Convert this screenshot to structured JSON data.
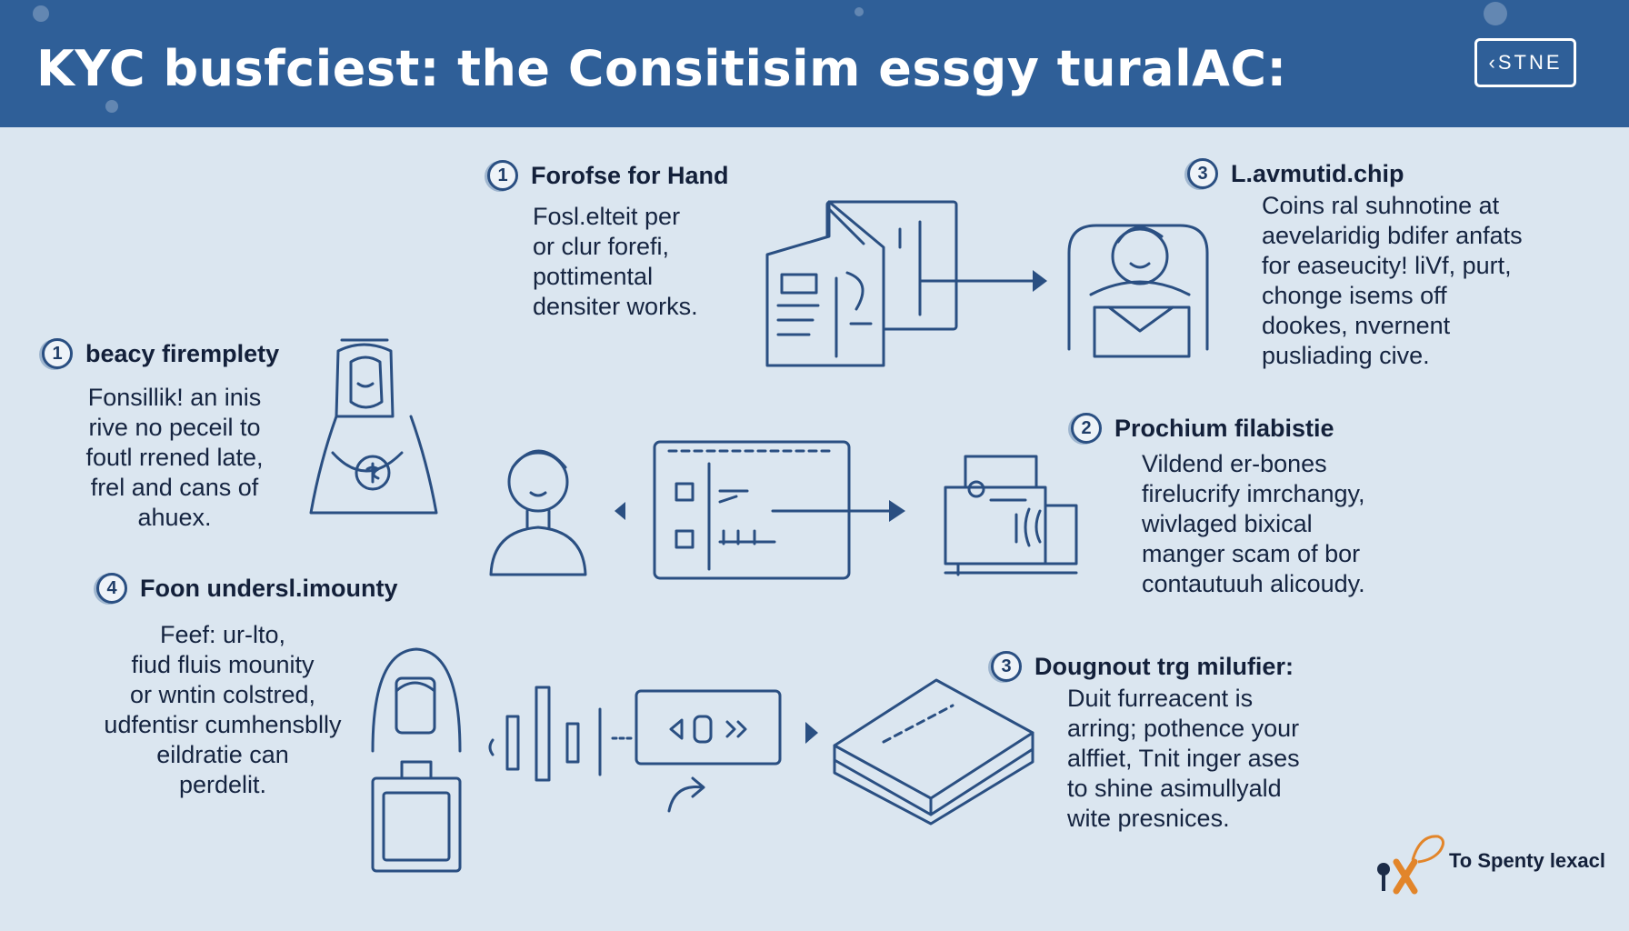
{
  "header": {
    "title": "KYC busfciest: the Consitisim essgy turalAC:",
    "badge": "‹STNE"
  },
  "steps": [
    {
      "number": "1",
      "title": "Forofse for Hand",
      "lines": [
        "Fosl.elteit per",
        "or clur forefi,",
        "pottimental",
        "densiter works."
      ]
    },
    {
      "number": "3",
      "title": "L.avmutid.chip",
      "lines": [
        "Coins ral suhnotine at",
        "aevelaridig bdifer anfats",
        "for easeucity! liVf, purt,",
        "chonge isems off",
        "dookes, nvernent",
        "pusliading cive."
      ]
    },
    {
      "number": "1",
      "title": "beacy firemplety",
      "lines": [
        "Fonsillik! an inis",
        "rive no peceil to",
        "foutl rrened late,",
        "frel and cans of",
        "ahuex."
      ]
    },
    {
      "number": "2",
      "title": "Prochium filabistie",
      "lines": [
        "Vildend er-bones",
        "firelucrify imrchangy,",
        "wivlaged bixical",
        "manger scam of bor",
        "contautuuh alicoudy."
      ]
    },
    {
      "number": "4",
      "title": "Foon undersl.imounty",
      "lines": [
        "Feef: ur-lto,",
        "fiud fluis mounity",
        "or wntin colstred,",
        "udfentisr cumhensblly",
        "eildratie can",
        "perdelit."
      ]
    },
    {
      "number": "3",
      "title": "Dougnout trg milufier:",
      "lines": [
        "Duit furreacent is",
        "arring; pothence your",
        "alffiet, Tnit inger ases",
        "to shine asimullyald",
        "wite presnices."
      ]
    }
  ],
  "brand": {
    "text": "To Spenty lexacl",
    "icon": "key-x-logo"
  },
  "colors": {
    "header": "#2f5f98",
    "background": "#dbe6f0",
    "line_art": "#2a4f82",
    "text": "#13203a"
  }
}
